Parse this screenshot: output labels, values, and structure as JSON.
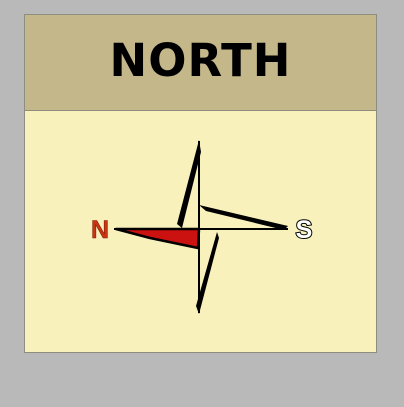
{
  "card": {
    "title": "NORTH"
  },
  "compass": {
    "north_label": "N",
    "south_label": "S",
    "needle_color": "#cc1111",
    "north_label_color": "#cc3311",
    "south_label_color": "#000000"
  }
}
